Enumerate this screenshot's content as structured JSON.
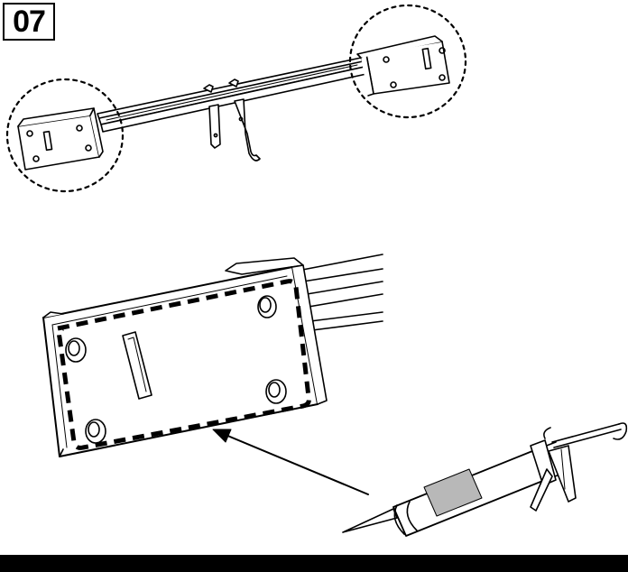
{
  "step": {
    "number": "07"
  },
  "colors": {
    "line": "#000000",
    "background": "#ffffff",
    "cartridge_label": "#b8b8b8",
    "footer": "#000000"
  },
  "icons": {
    "bracket_detail": "mounting-bracket",
    "tool": "caulking-gun",
    "callout": "dashed-circle-callout",
    "pointer": "arrow"
  }
}
